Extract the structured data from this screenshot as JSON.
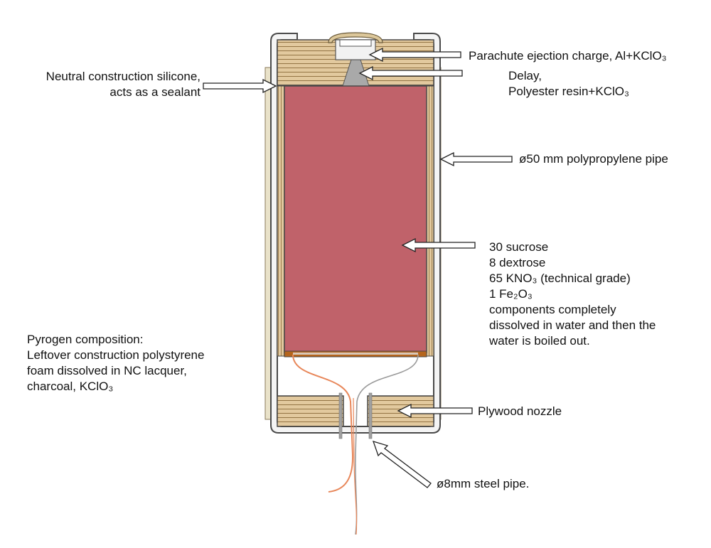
{
  "colors": {
    "outer_tube": "#e9e2c9",
    "outline": "#4a4a4a",
    "wood": "#e2c99e",
    "wood_grain": "#8a6a3a",
    "fuel": "#c0626a",
    "fuel_base": "#b5651d",
    "delay_cone": "#a9a9a9",
    "ejection_charge": "#f2f2f2",
    "cap": "#dcc79a",
    "steel_pipe": "#a0a0a0",
    "wire_orange": "#e8875a",
    "wire_gray": "#9a9a9a",
    "arrow_fill": "#ffffff"
  },
  "labels": {
    "ejection": "Parachute ejection charge, Al+KClO₃",
    "delay": [
      "Delay,",
      "Polyester resin+KClO₃"
    ],
    "sealant": [
      "Neutral construction silicone,",
      "acts as a sealant"
    ],
    "pipe": "ø50 mm polypropylene pipe",
    "fuel": [
      "30 sucrose",
      "8 dextrose",
      "65 KNO₃ (technical grade)",
      "1 Fe₂O₃",
      "components completely",
      "dissolved in water and then the",
      "water is boiled out."
    ],
    "pyrogen": [
      "Pyrogen composition:",
      "Leftover construction polystyrene",
      "foam dissolved in NC lacquer,",
      "charcoal, KClO₃"
    ],
    "nozzle": "Plywood nozzle",
    "steel": "ø8mm steel pipe."
  }
}
